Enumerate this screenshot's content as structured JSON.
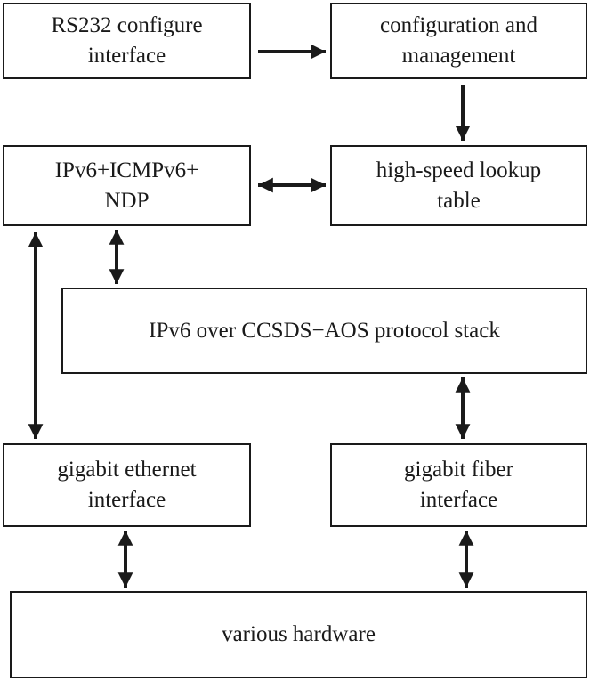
{
  "boxes": {
    "rs232": "RS232 configure\ninterface",
    "config_mgmt": "configuration and\nmanagement",
    "ipv6_stack": "IPv6+ICMPv6+\nNDP",
    "lookup_table": "high-speed lookup\ntable",
    "ccsds_aos": "IPv6 over CCSDS−AOS protocol stack",
    "gig_ethernet": "gigabit ethernet\ninterface",
    "gig_fiber": "gigabit fiber\ninterface",
    "hardware": "various hardware"
  },
  "colors": {
    "stroke": "#1a1a1a",
    "background": "#ffffff"
  }
}
